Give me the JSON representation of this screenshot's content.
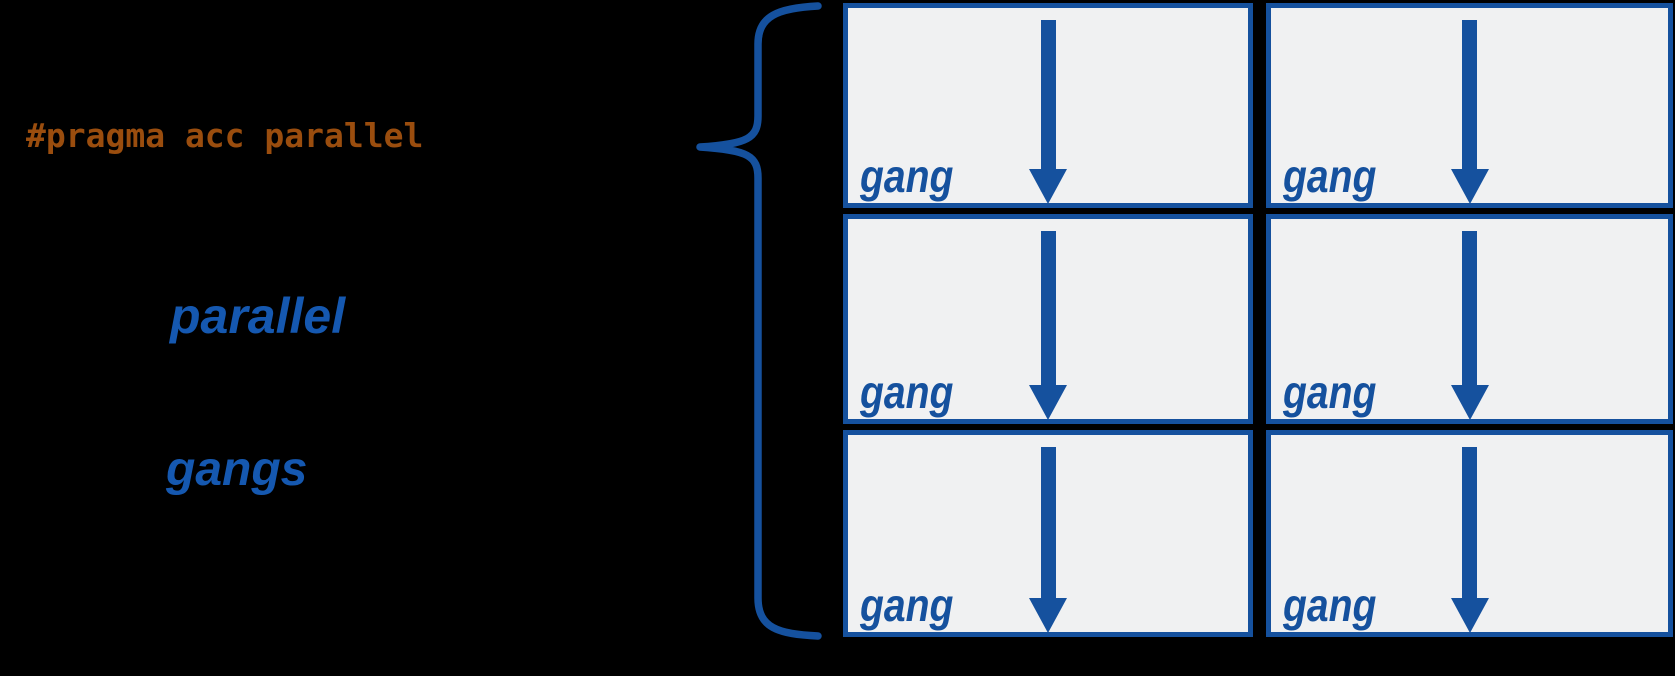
{
  "pragma": {
    "text": "#pragma acc parallel",
    "color": "#9A4D0E"
  },
  "labels": {
    "parallel": "parallel",
    "gangs": "gangs"
  },
  "colors": {
    "accent_blue": "#15519E",
    "keyword_blue": "#1558B0",
    "pragma_orange": "#9A4D0E",
    "box_fill": "#F0F1F2",
    "background": "#000000"
  },
  "grid": {
    "rows": 3,
    "cols": 2,
    "cells": [
      {
        "label": "gang",
        "icon": "down-arrow-icon"
      },
      {
        "label": "gang",
        "icon": "down-arrow-icon"
      },
      {
        "label": "gang",
        "icon": "down-arrow-icon"
      },
      {
        "label": "gang",
        "icon": "down-arrow-icon"
      },
      {
        "label": "gang",
        "icon": "down-arrow-icon"
      },
      {
        "label": "gang",
        "icon": "down-arrow-icon"
      }
    ]
  }
}
